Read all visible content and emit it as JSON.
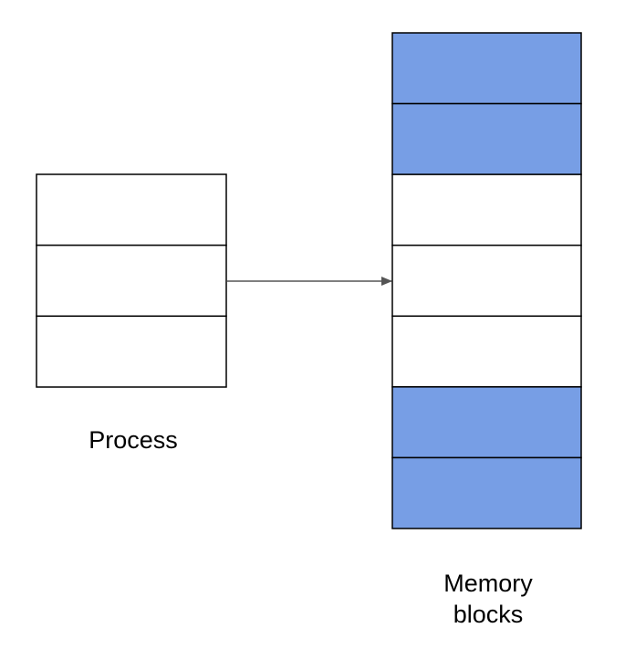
{
  "diagram": {
    "process": {
      "label": "Process",
      "blocks": [
        {
          "filled": false
        },
        {
          "filled": false
        },
        {
          "filled": false
        }
      ]
    },
    "memory": {
      "label_line1": "Memory",
      "label_line2": "blocks",
      "blocks": [
        {
          "filled": true
        },
        {
          "filled": true
        },
        {
          "filled": false
        },
        {
          "filled": false
        },
        {
          "filled": false
        },
        {
          "filled": true
        },
        {
          "filled": true
        }
      ]
    },
    "colors": {
      "filled": "#779ee5",
      "empty": "#ffffff",
      "stroke": "#000000",
      "arrow": "#555555"
    }
  }
}
